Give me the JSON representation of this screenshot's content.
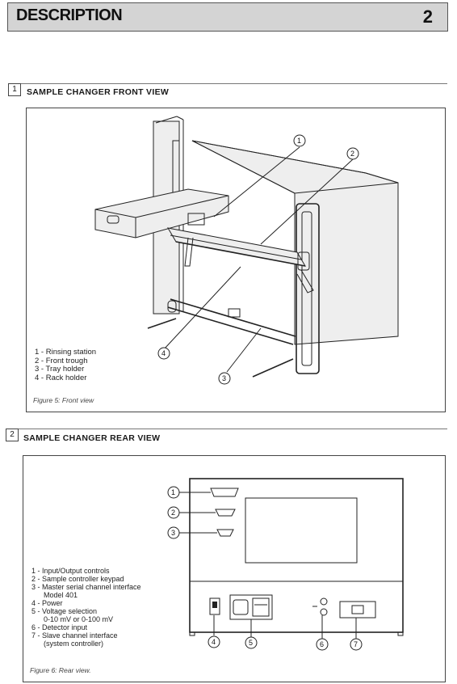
{
  "header": {
    "title": "DESCRIPTION",
    "page_number": "2"
  },
  "section1": {
    "number": "1",
    "title": "SAMPLE CHANGER FRONT VIEW",
    "legend": [
      "1 - Rinsing station",
      "2 - Front trough",
      "3 - Tray holder",
      "4 - Rack holder"
    ],
    "caption": "Figure 5: Front view",
    "callouts": [
      "1",
      "2",
      "3",
      "4"
    ]
  },
  "section2": {
    "number": "2",
    "title": "SAMPLE CHANGER REAR VIEW",
    "legend": [
      "1 - Input/Output controls",
      "2 - Sample controller keypad",
      "3 - Master serial channel interface",
      "      Model 401",
      "4 - Power",
      "5 - Voltage selection",
      "      0-10 mV or 0-100 mV",
      "6 - Detector input",
      "7 - Slave channel interface",
      "      (system controller)"
    ],
    "caption": "Figure 6: Rear view.",
    "callouts": [
      "1",
      "2",
      "3",
      "4",
      "5",
      "6",
      "7"
    ]
  }
}
